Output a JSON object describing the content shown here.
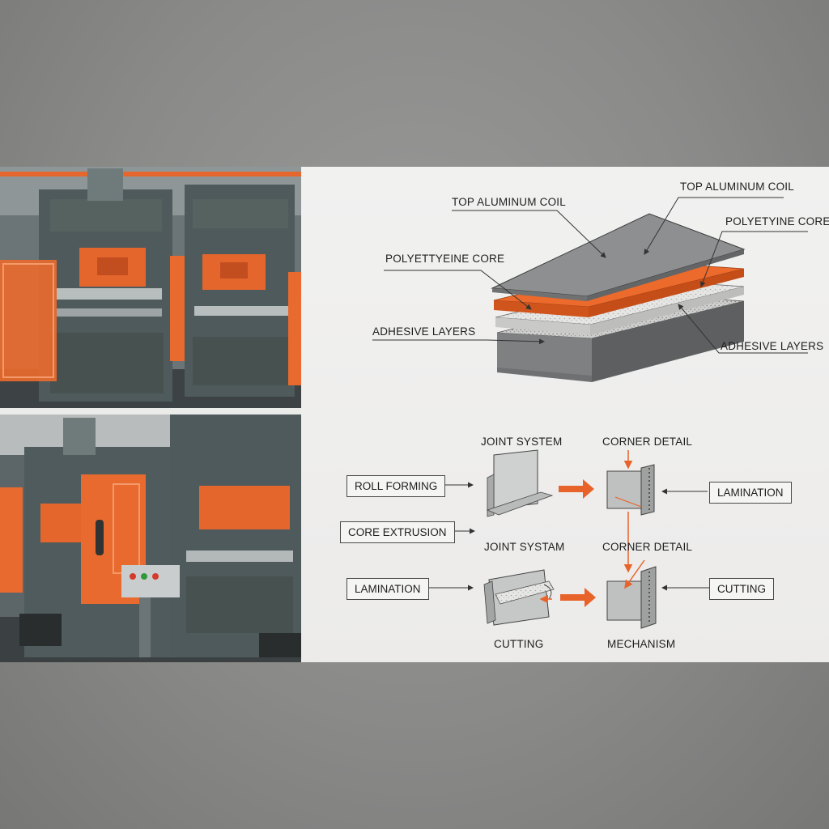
{
  "layers": {
    "top_aluminum_coil_left": "TOP ALUMINUM COIL",
    "top_aluminum_coil_right": "TOP ALUMINUM COIL",
    "polyetyeine_core_right": "POLYETYINE CORE",
    "polyetyeine_core_left": "POLYETTYEINE CORE",
    "adhesive_layers_left": "ADHESIVE LAYERS",
    "adhesive_layers_right": "ADHESIVE LAYERS"
  },
  "process": {
    "joint_system_top": "JOINT SYSTEM",
    "corner_detail_top": "CORNER DETAIL",
    "joint_system_bottom": "JOINT SYSTAM",
    "corner_detail_bottom": "CORNER DETAIL",
    "cutting_caption": "CUTTING",
    "mechanism_caption": "MECHANISM",
    "roll_forming": "ROLL FORMING",
    "core_extrusion": "CORE EXTRUSION",
    "lamination_left": "LAMINATION",
    "lamination_right": "LAMINATION",
    "cutting_right": "CUTTING"
  },
  "colors": {
    "machine_gray": "#4f5a5c",
    "accent_orange": "#e8632a",
    "aluminum": "#8f9192",
    "core_orange": "#e9682b"
  }
}
